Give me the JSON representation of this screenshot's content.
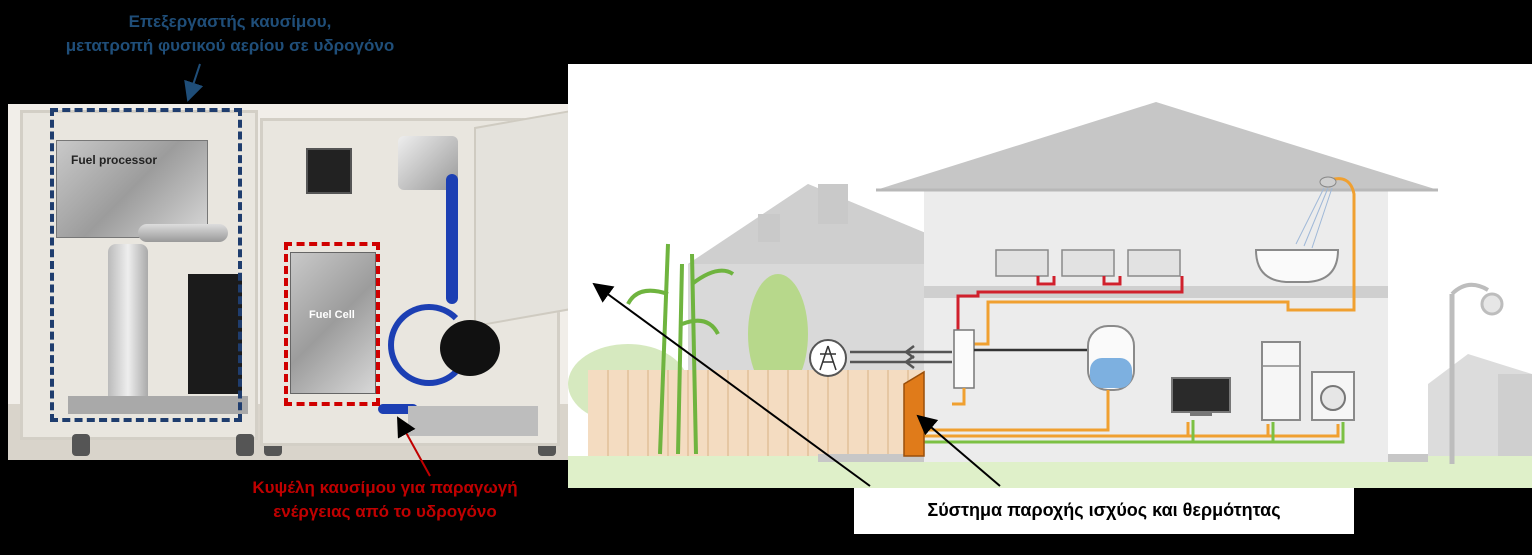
{
  "labels": {
    "fuel_processor_desc": [
      "Επεξεργαστής καυσίμου,",
      "μετατροπή φυσικού αερίου σε υδρογόνο"
    ],
    "fuel_cell_desc": [
      "Κυψέλη καυσίμου για παραγωγή",
      "ενέργειας από το υδρογόνο"
    ],
    "system_caption": "Σύστημα παροχής ισχύος και θερμότητας",
    "photo_fuel_processor": "Fuel processor",
    "photo_fuel_cell": "Fuel Cell"
  },
  "colors": {
    "background": "#000000",
    "blue_label": "#1f4e79",
    "red_label": "#c00000",
    "heating_pipe": "#d0202c",
    "hot_water_pipe": "#f0a030",
    "electric_line": "#7bc043",
    "fuel_cell_unit": "#e07b1a"
  },
  "icons": [
    "pylon-icon",
    "radiator-icon",
    "bathtub-icon",
    "shower-icon",
    "water-tank-icon",
    "tv-icon",
    "fridge-icon",
    "washing-machine-icon",
    "street-lamp-icon",
    "bamboo-icon"
  ]
}
